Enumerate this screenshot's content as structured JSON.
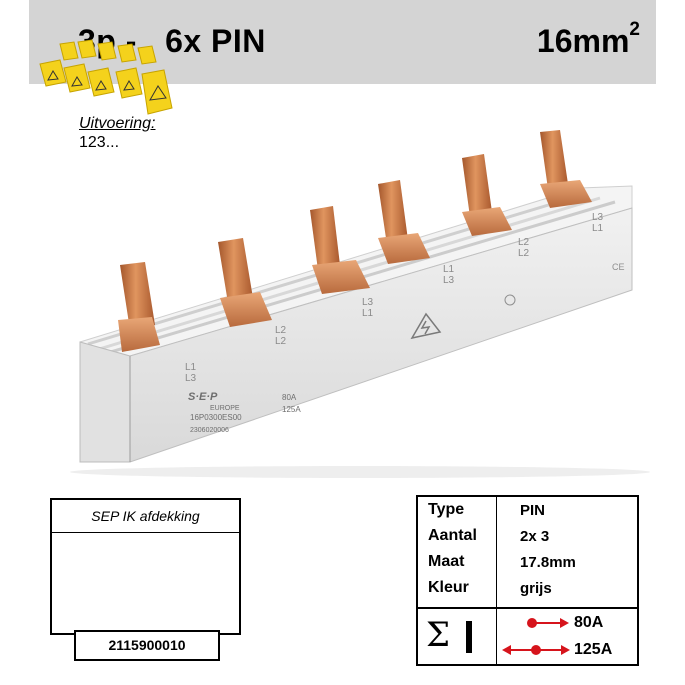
{
  "header": {
    "left": "3p -   6x PIN",
    "right_main": "16mm",
    "right_sup": "2"
  },
  "uitvoering": {
    "label": "Uitvoering:",
    "value": "123..."
  },
  "product": {
    "labels": [
      "L1",
      "L3",
      "L2",
      "L2",
      "L3",
      "L1",
      "L1",
      "L3",
      "L2",
      "L2",
      "L3",
      "L1"
    ],
    "brand": "S·E·P",
    "brand_sub": "EUROPE",
    "part_number": "16P0300ES00",
    "rating_80": "80A",
    "rating_125": "125A",
    "serial": "2306020006"
  },
  "accessory": {
    "title": "SEP IK afdekking",
    "code": "2115900010"
  },
  "spec": {
    "rows": [
      {
        "key": "Type",
        "value": "PIN"
      },
      {
        "key": "Aantal",
        "value": "2x 3"
      },
      {
        "key": "Maat",
        "value": "17.8mm"
      },
      {
        "key": "Kleur",
        "value": "grijs"
      }
    ],
    "sigma": "Σ",
    "current_1": "80A",
    "current_2": "125A"
  },
  "colors": {
    "header_bg": "#d4d4d4",
    "copper": "#c87a4a",
    "housing": "#e6e6e6",
    "arrow_red": "#d6141c",
    "cover_yellow": "#f4d21c"
  }
}
